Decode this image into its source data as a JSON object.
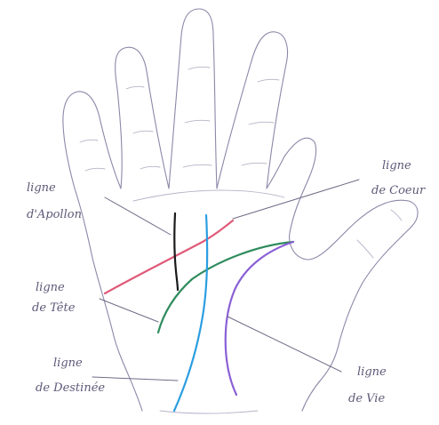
{
  "labels": {
    "apollon": [
      "ligne",
      "d'Apollon"
    ],
    "coeur": [
      "ligne",
      "de Coeur"
    ],
    "tete": [
      "ligne",
      "de Tête"
    ],
    "destinee": [
      "ligne",
      "de Destinée"
    ],
    "vie": [
      "ligne",
      "de Vie"
    ]
  },
  "colors": {
    "ligne_apollon": "#1a1a1a",
    "ligne_coeur": "#e05a78",
    "ligne_tete": "#2f8c5e",
    "ligne_destinee": "#2b9ee0",
    "ligne_vie": "#8a5fd6"
  }
}
